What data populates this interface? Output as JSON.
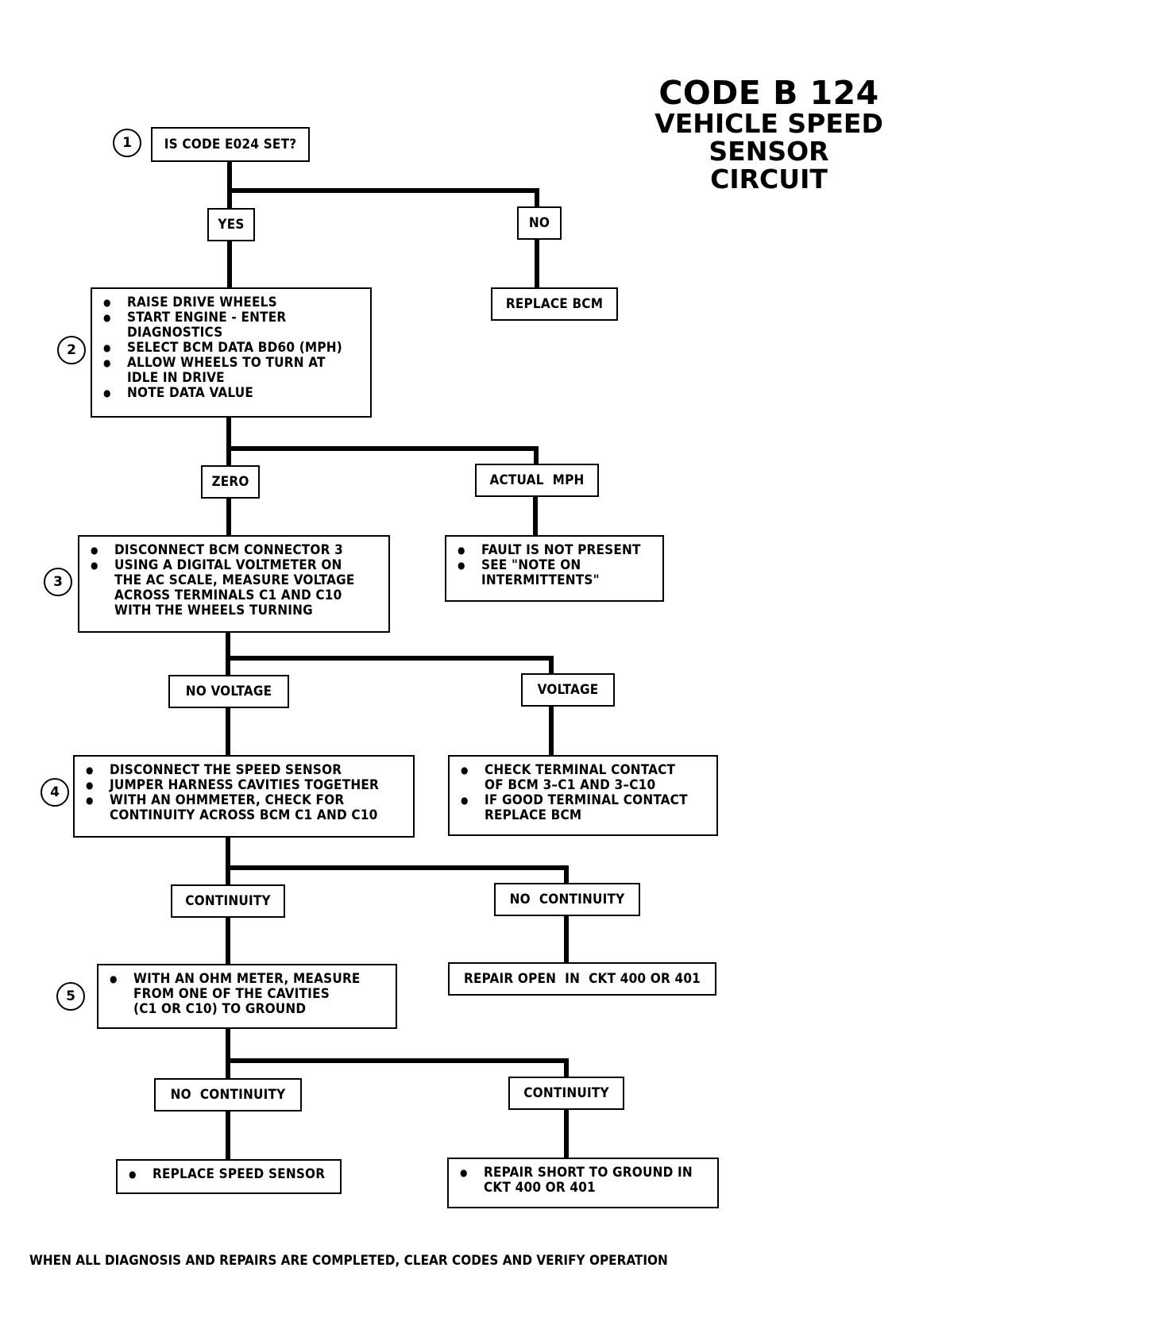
{
  "title": {
    "code": "CODE B 124",
    "line2": "VEHICLE SPEED",
    "line3": "SENSOR CIRCUIT"
  },
  "steps": {
    "step1": {
      "number": "1",
      "question": "IS CODE E024 SET?",
      "yes": "YES",
      "no": "NO",
      "no_action": "REPLACE BCM"
    },
    "step2": {
      "number": "2",
      "items": [
        "RAISE DRIVE WHEELS",
        "START ENGINE - ENTER\nDIAGNOSTICS",
        "SELECT BCM DATA BD60 (MPH)",
        "ALLOW WHEELS TO TURN AT\nIDLE IN DRIVE",
        "NOTE DATA VALUE"
      ],
      "zero": "ZERO",
      "actual": "ACTUAL  MPH",
      "actual_items": [
        "FAULT IS NOT PRESENT",
        "SEE \"NOTE ON\nINTERMITTENTS\""
      ]
    },
    "step3": {
      "number": "3",
      "items": [
        "DISCONNECT BCM  CONNECTOR 3",
        "USING A DIGITAL VOLTMETER ON\nTHE AC SCALE, MEASURE VOLTAGE\nACROSS TERMINALS C1 AND C10\nWITH THE WHEELS TURNING"
      ],
      "no_voltage": "NO VOLTAGE",
      "voltage": "VOLTAGE",
      "voltage_items": [
        "CHECK TERMINAL CONTACT\nOF BCM 3–C1 AND 3–C10",
        "IF GOOD TERMINAL CONTACT\nREPLACE BCM"
      ]
    },
    "step4": {
      "number": "4",
      "items": [
        "DISCONNECT THE SPEED SENSOR",
        "JUMPER HARNESS CAVITIES TOGETHER",
        "WITH AN OHMMETER, CHECK  FOR\nCONTINUITY ACROSS BCM C1  AND C10"
      ],
      "continuity": "CONTINUITY",
      "no_continuity": "NO  CONTINUITY",
      "no_continuity_action": "REPAIR OPEN  IN  CKT 400 OR 401"
    },
    "step5": {
      "number": "5",
      "items": [
        "WITH AN OHM METER, MEASURE\nFROM ONE OF THE CAVITIES\n(C1 OR C10) TO GROUND"
      ],
      "no_continuity": "NO  CONTINUITY",
      "continuity": "CONTINUITY",
      "no_continuity_items": [
        "REPLACE SPEED SENSOR"
      ],
      "continuity_items": [
        "REPAIR SHORT TO GROUND IN\nCKT 400 OR 401"
      ]
    }
  },
  "footer": "WHEN ALL DIAGNOSIS AND REPAIRS ARE COMPLETED, CLEAR CODES AND VERIFY OPERATION"
}
